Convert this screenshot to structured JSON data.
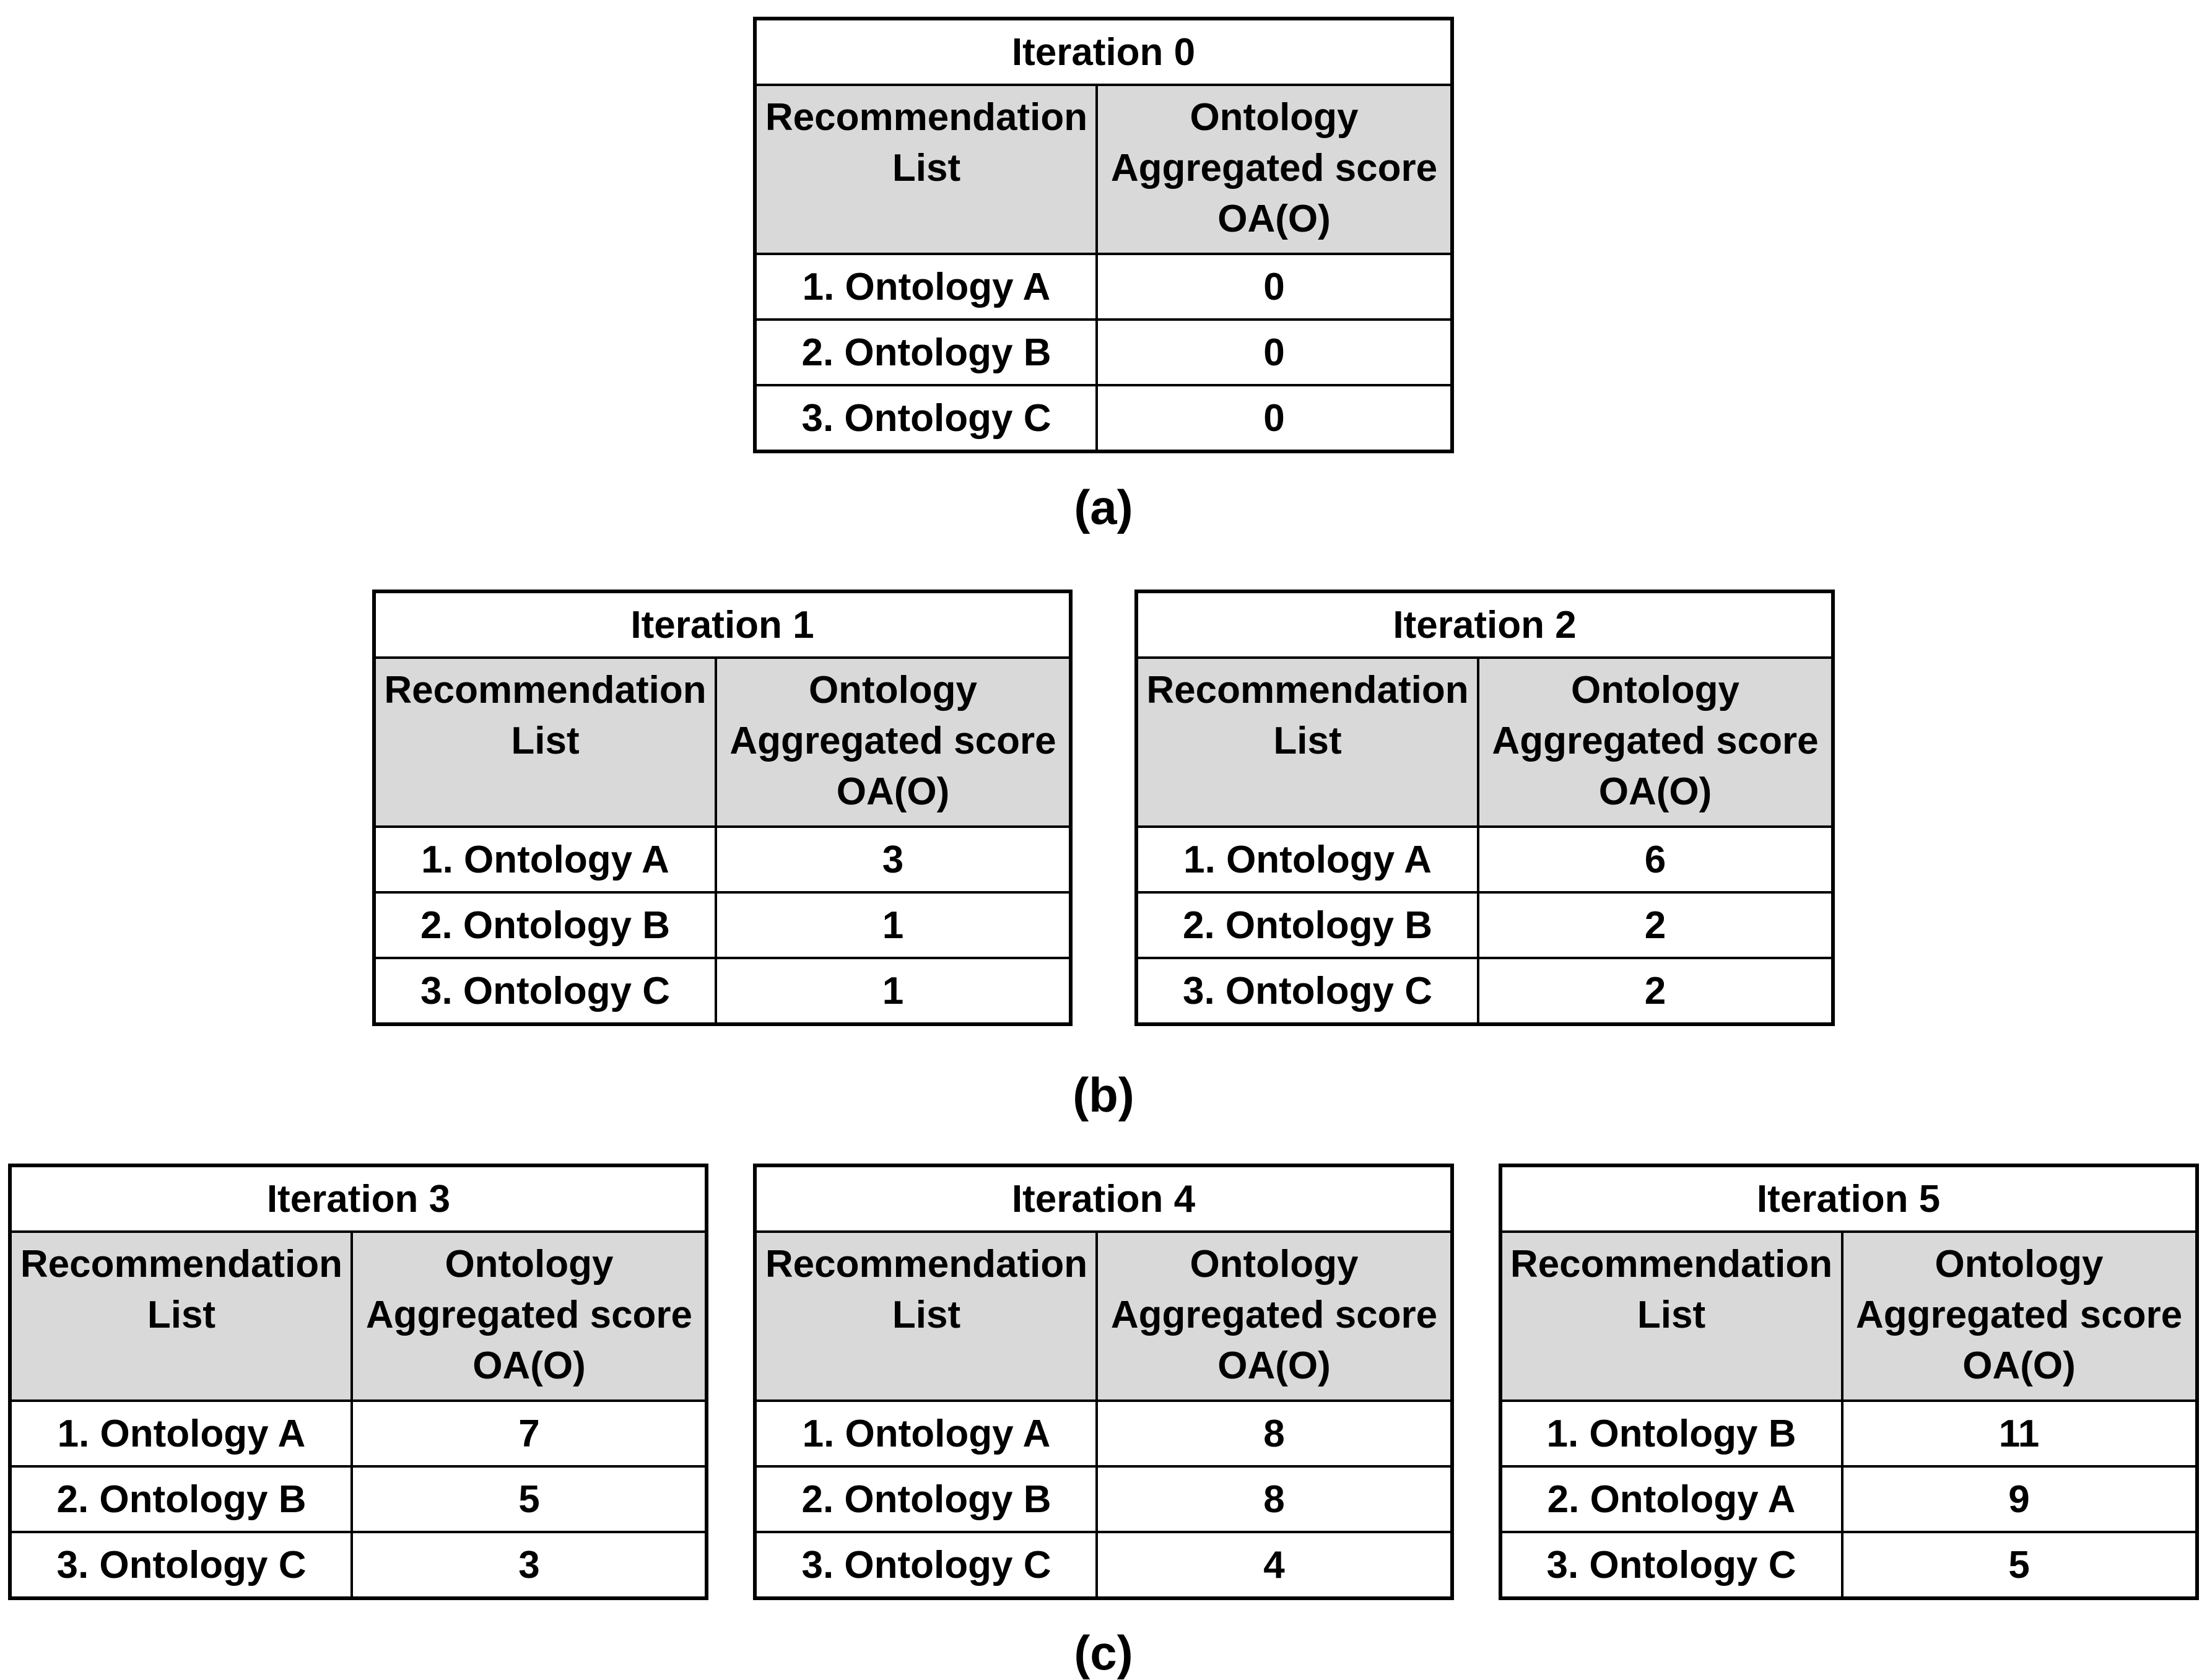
{
  "colors": {
    "header_background": "#d9d9d9",
    "border": "#000000",
    "text": "#000000",
    "page_background": "#ffffff"
  },
  "figure": {
    "header": {
      "col1_lines": [
        "Recommendation",
        "List"
      ],
      "col2_lines": [
        "Ontology",
        "Aggregated score",
        "OA(O)"
      ]
    },
    "sections": [
      {
        "caption": "(a)",
        "tables": [
          {
            "title": "Iteration 0",
            "rows": [
              {
                "label": "1. Ontology A",
                "score": "0"
              },
              {
                "label": "2. Ontology B",
                "score": "0"
              },
              {
                "label": "3. Ontology C",
                "score": "0"
              }
            ]
          }
        ]
      },
      {
        "caption": "(b)",
        "tables": [
          {
            "title": "Iteration 1",
            "rows": [
              {
                "label": "1. Ontology A",
                "score": "3"
              },
              {
                "label": "2. Ontology B",
                "score": "1"
              },
              {
                "label": "3. Ontology C",
                "score": "1"
              }
            ]
          },
          {
            "title": "Iteration 2",
            "rows": [
              {
                "label": "1. Ontology A",
                "score": "6"
              },
              {
                "label": "2. Ontology B",
                "score": "2"
              },
              {
                "label": "3. Ontology C",
                "score": "2"
              }
            ]
          }
        ]
      },
      {
        "caption": "(c)",
        "tables": [
          {
            "title": "Iteration 3",
            "rows": [
              {
                "label": "1. Ontology A",
                "score": "7"
              },
              {
                "label": "2. Ontology B",
                "score": "5"
              },
              {
                "label": "3. Ontology C",
                "score": "3"
              }
            ]
          },
          {
            "title": "Iteration 4",
            "rows": [
              {
                "label": "1. Ontology A",
                "score": "8"
              },
              {
                "label": "2. Ontology B",
                "score": "8"
              },
              {
                "label": "3. Ontology C",
                "score": "4"
              }
            ]
          },
          {
            "title": "Iteration 5",
            "rows": [
              {
                "label": "1. Ontology B",
                "score": "11"
              },
              {
                "label": "2. Ontology A",
                "score": "9"
              },
              {
                "label": "3. Ontology C",
                "score": "5"
              }
            ]
          }
        ]
      }
    ]
  },
  "chart_data": {
    "type": "table",
    "title": "Ontology recommendation lists and aggregated scores per iteration",
    "iterations": [
      "Iteration 0",
      "Iteration 1",
      "Iteration 2",
      "Iteration 3",
      "Iteration 4",
      "Iteration 5"
    ],
    "columns": [
      "Recommendation List",
      "Ontology Aggregated score OA(O)"
    ],
    "series": [
      {
        "name": "Ontology A",
        "values": [
          0,
          3,
          6,
          7,
          8,
          9
        ]
      },
      {
        "name": "Ontology B",
        "values": [
          0,
          1,
          2,
          5,
          8,
          11
        ]
      },
      {
        "name": "Ontology C",
        "values": [
          0,
          1,
          2,
          3,
          4,
          5
        ]
      }
    ],
    "ranking_per_iteration": [
      [
        "Ontology A",
        "Ontology B",
        "Ontology C"
      ],
      [
        "Ontology A",
        "Ontology B",
        "Ontology C"
      ],
      [
        "Ontology A",
        "Ontology B",
        "Ontology C"
      ],
      [
        "Ontology A",
        "Ontology B",
        "Ontology C"
      ],
      [
        "Ontology A",
        "Ontology B",
        "Ontology C"
      ],
      [
        "Ontology B",
        "Ontology A",
        "Ontology C"
      ]
    ]
  }
}
